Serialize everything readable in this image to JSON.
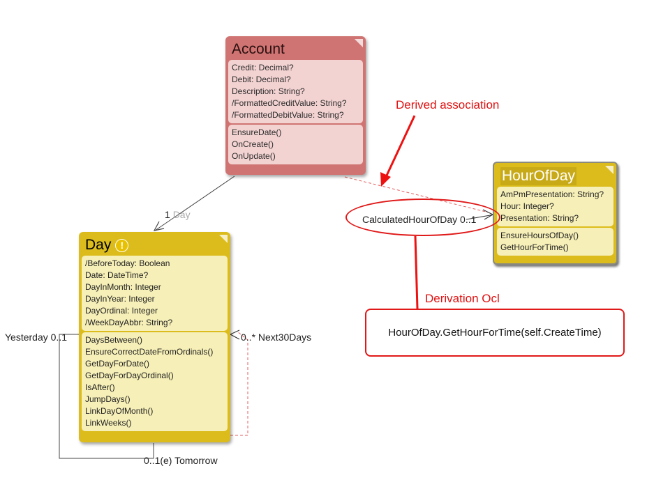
{
  "classes": {
    "account": {
      "name": "Account",
      "attributes": [
        "Credit: Decimal?",
        "Debit: Decimal?",
        "Description: String?",
        "/FormattedCreditValue: String?",
        "/FormattedDebitValue: String?"
      ],
      "methods": [
        "EnsureDate()",
        "OnCreate()",
        "OnUpdate()"
      ]
    },
    "day": {
      "name": "Day",
      "warning_icon": "!",
      "attributes": [
        "/BeforeToday: Boolean",
        "Date: DateTime?",
        "DayInMonth: Integer",
        "DayInYear: Integer",
        "DayOrdinal: Integer",
        "/WeekDayAbbr: String?"
      ],
      "methods": [
        "DaysBetween()",
        "EnsureCorrectDateFromOrdinals()",
        "GetDayForDate()",
        "GetDayForDayOrdinal()",
        "IsAfter()",
        "JumpDays()",
        "LinkDayOfMonth()",
        "LinkWeeks()"
      ]
    },
    "hour_of_day": {
      "name": "HourOfDay",
      "attributes": [
        "AmPmPresentation: String?",
        "Hour: Integer?",
        "Presentation: String?"
      ],
      "methods": [
        "EnsureHoursOfDay()",
        "GetHourForTime()"
      ]
    }
  },
  "associations": {
    "account_day": {
      "multiplicity": "1",
      "role": "Day"
    },
    "derived": "CalculatedHourOfDay 0..1",
    "yesterday": "Yesterday 0..1",
    "tomorrow": "0..1(e) Tomorrow",
    "next30": "0..* Next30Days"
  },
  "annotations": {
    "derived_association": "Derived association",
    "derivation_ocl_title": "Derivation Ocl",
    "derivation_ocl_expr": "HourOfDay.GetHourForTime(self.CreateTime)"
  },
  "colors": {
    "account": "#cf7472",
    "day": "#dbbc1c",
    "annotation_red": "#e01010"
  }
}
